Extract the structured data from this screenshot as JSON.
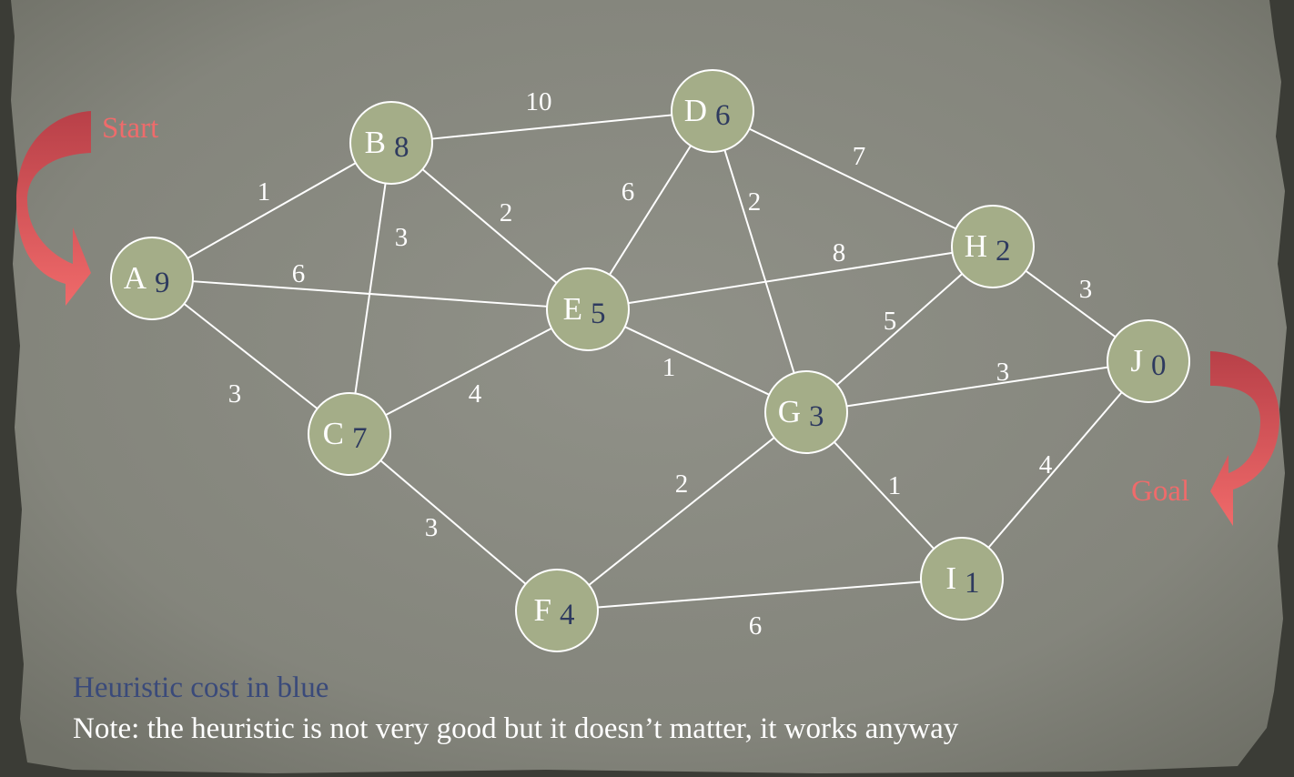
{
  "diagram": {
    "nodes": [
      {
        "id": "A",
        "label": "A",
        "heuristic": "9"
      },
      {
        "id": "B",
        "label": "B",
        "heuristic": "8"
      },
      {
        "id": "C",
        "label": "C",
        "heuristic": "7"
      },
      {
        "id": "D",
        "label": "D",
        "heuristic": "6"
      },
      {
        "id": "E",
        "label": "E",
        "heuristic": "5"
      },
      {
        "id": "F",
        "label": "F",
        "heuristic": "4"
      },
      {
        "id": "G",
        "label": "G",
        "heuristic": "3"
      },
      {
        "id": "H",
        "label": "H",
        "heuristic": "2"
      },
      {
        "id": "I",
        "label": "I",
        "heuristic": "1"
      },
      {
        "id": "J",
        "label": "J",
        "heuristic": "0"
      }
    ],
    "edges": [
      {
        "from": "A",
        "to": "B",
        "weight": "1"
      },
      {
        "from": "A",
        "to": "E",
        "weight": "6"
      },
      {
        "from": "A",
        "to": "C",
        "weight": "3"
      },
      {
        "from": "B",
        "to": "D",
        "weight": "10"
      },
      {
        "from": "B",
        "to": "E",
        "weight": "2"
      },
      {
        "from": "B",
        "to": "C",
        "weight": "3"
      },
      {
        "from": "C",
        "to": "E",
        "weight": "4"
      },
      {
        "from": "C",
        "to": "F",
        "weight": "3"
      },
      {
        "from": "D",
        "to": "E",
        "weight": "6"
      },
      {
        "from": "D",
        "to": "G",
        "weight": "2"
      },
      {
        "from": "D",
        "to": "H",
        "weight": "7"
      },
      {
        "from": "E",
        "to": "H",
        "weight": "8"
      },
      {
        "from": "E",
        "to": "G",
        "weight": "1"
      },
      {
        "from": "F",
        "to": "G",
        "weight": "2"
      },
      {
        "from": "F",
        "to": "I",
        "weight": "6"
      },
      {
        "from": "G",
        "to": "H",
        "weight": "5"
      },
      {
        "from": "G",
        "to": "J",
        "weight": "3"
      },
      {
        "from": "G",
        "to": "I",
        "weight": "1"
      },
      {
        "from": "H",
        "to": "J",
        "weight": "3"
      },
      {
        "from": "I",
        "to": "J",
        "weight": "4"
      }
    ],
    "start_label": "Start",
    "goal_label": "Goal",
    "heuristic_caption": "Heuristic cost in blue",
    "note": "Note: the heuristic is not very good but it doesn’t matter, it works anyway"
  },
  "colors": {
    "background": "#85867d",
    "node_fill": "#a4ad88",
    "node_stroke": "#ffffff",
    "edge": "#ffffff",
    "heuristic": "#2e3a5f",
    "arrow": "#e8595a"
  }
}
